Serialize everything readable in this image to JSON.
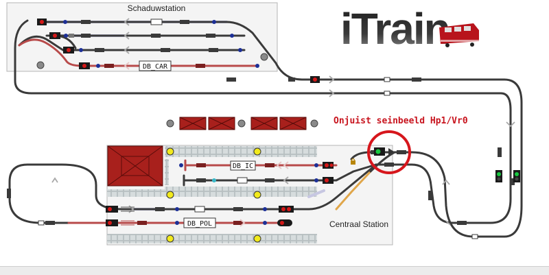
{
  "logo": {
    "text": "iTrain"
  },
  "stations": {
    "shadow": {
      "label": "Schaduwstation"
    },
    "central": {
      "label": "Centraal Station"
    }
  },
  "trains": [
    {
      "id": "shadow",
      "label": "DB_CAR"
    },
    {
      "id": "ic",
      "label": "DB_IC"
    },
    {
      "id": "pol",
      "label": "DB_POL"
    }
  ],
  "annotation": {
    "text": "Onjuist seinbeeld Hp1/Vr0",
    "color": "#c8141e"
  },
  "colors": {
    "track": "#3a3a3a",
    "route": "#b84a4a",
    "route_ghost": "#c7c7e2",
    "switch_route": "#e0a64a",
    "platform": "#c8cfd0",
    "building": "#a8201c",
    "signal_red": "#d41818",
    "signal_green": "#18c840",
    "detector": "#1c2f96",
    "highlight_circle": "#d6161c"
  },
  "icons": {
    "signal": "signal-icon",
    "arrow": "direction-arrow-icon",
    "detector": "detector-icon",
    "lamp": "platform-lamp-icon",
    "lock": "lock-icon",
    "train": "locomotive-icon"
  }
}
